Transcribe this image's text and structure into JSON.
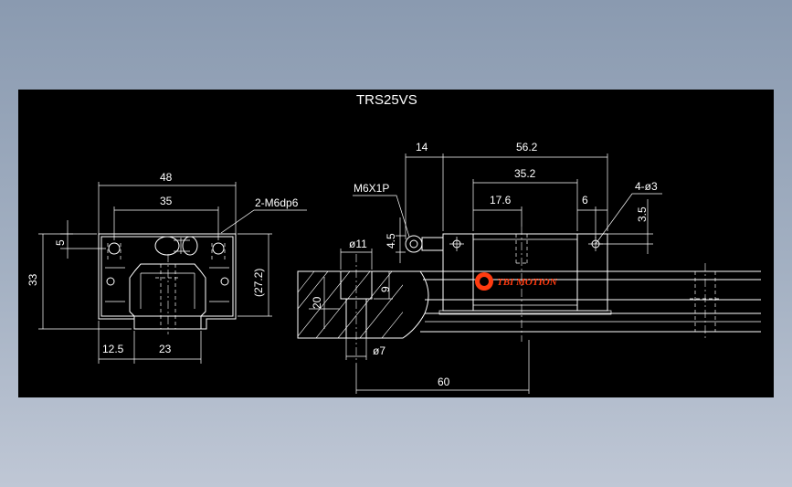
{
  "drawing": {
    "title": "TRS25VS",
    "logo_text": "TBI MOTION",
    "brand_color": "#ff3b10",
    "background": "#000000",
    "line_color": "#ffffff"
  },
  "front_view": {
    "dim_width_total": "48",
    "dim_hole_spacing": "35",
    "dim_thread": "2-M6dp6",
    "dim_height": "33",
    "dim_top": "5",
    "dim_block_height": "(27.2)",
    "dim_left": "12.5",
    "dim_rail_width": "23"
  },
  "side_view": {
    "dim_nipple": "14",
    "dim_length": "56.2",
    "dim_body": "35.2",
    "dim_hole_pitch": "17.6",
    "dim_edge": "6",
    "dim_holes": "4-ø3",
    "dim_nipple_thread": "M6X1P",
    "dim_nipple_height": "4.5",
    "dim_hole_offset": "3.5",
    "dim_counterbore": "ø11",
    "dim_bore_depth": "9",
    "dim_rail_height": "20",
    "dim_bore": "ø7",
    "dim_pitch": "60"
  }
}
